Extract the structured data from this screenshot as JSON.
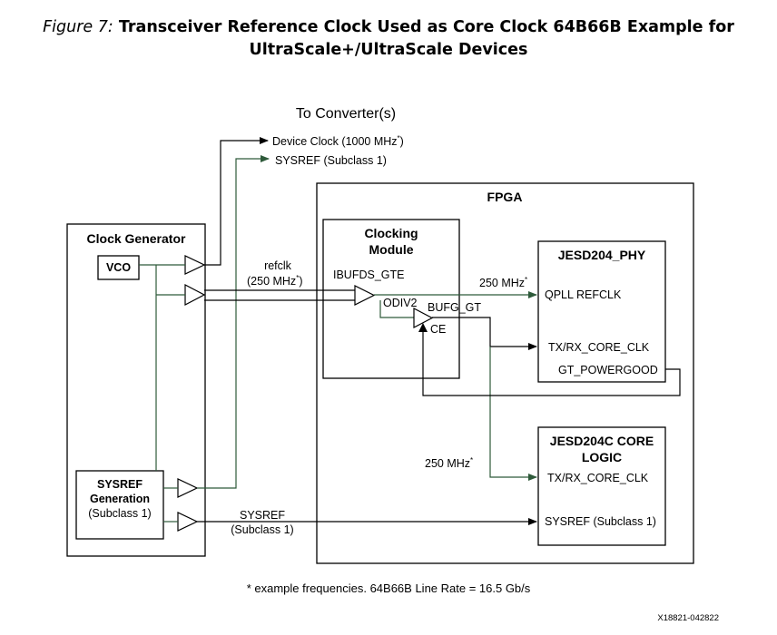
{
  "caption": {
    "prefix": "Figure 7:",
    "line1": "Transceiver Reference Clock Used as Core Clock 64B66B Example for",
    "line2": "UltraScale+/UltraScale Devices"
  },
  "converters": {
    "heading": "To Converter(s)",
    "device_clock": "Device Clock (1000 MHz",
    "device_clock_mark": "*",
    "device_clock_close": ")",
    "sysref": "SYSREF (Subclass 1)"
  },
  "clock_generator": {
    "title": "Clock Generator",
    "vco": "VCO",
    "sysref_gen_line1": "SYSREF",
    "sysref_gen_line2": "Generation",
    "sysref_gen_line3": "(Subclass 1)"
  },
  "fpga": {
    "title": "FPGA",
    "clocking_module_line1": "Clocking",
    "clocking_module_line2": "Module",
    "ibufds": "IBUFDS_GTE",
    "odiv2": "ODIV2",
    "bufg": "BUFG_GT",
    "ce": "CE",
    "phy_title": "JESD204_PHY",
    "qpll": "QPLL REFCLK",
    "phy_core_clk": "TX/RX_CORE_CLK",
    "powergood": "GT_POWERGOOD",
    "core_title_line1": "JESD204C CORE",
    "core_title_line2": "LOGIC",
    "core_core_clk": "TX/RX_CORE_CLK",
    "core_sysref": "SYSREF (Subclass 1)"
  },
  "signals": {
    "refclk_line1": "refclk",
    "refclk_line2": "(250 MHz",
    "refclk_mark": "*",
    "refclk_close": ")",
    "freq_phy": "250 MHz",
    "freq_phy_mark": "*",
    "freq_core": "250 MHz",
    "freq_core_mark": "*",
    "sysref_line1": "SYSREF",
    "sysref_line2": "(Subclass 1)"
  },
  "footnote": "* example frequencies. 64B66B Line Rate = 16.5 Gb/s",
  "doc_id": "X18821-042822",
  "colors": {
    "green_wire": "#2e5a3a",
    "black_wire": "#000000"
  }
}
